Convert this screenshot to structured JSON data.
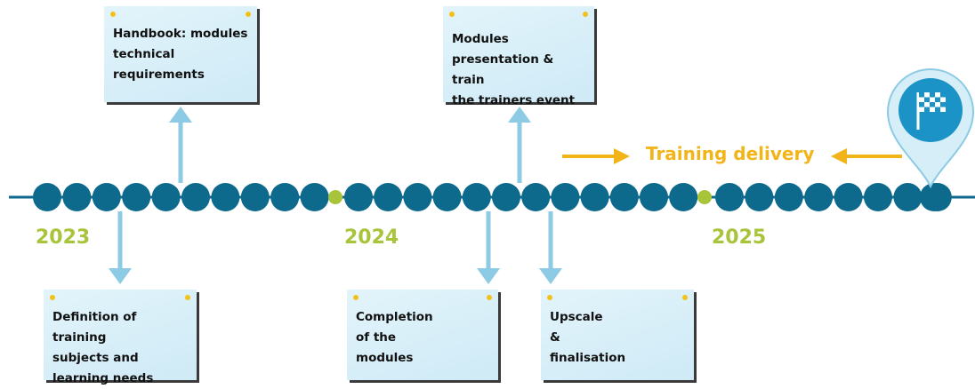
{
  "timeline": {
    "years": [
      "2023",
      "2024",
      "2025"
    ],
    "delivery_label": "Training delivery",
    "colors": {
      "node": "#0e6a8c",
      "year_marker": "#a7c43a",
      "arrow": "#8ccbe3",
      "delivery": "#f2b519",
      "line": "#0e6a8c"
    }
  },
  "milestones": {
    "handbook": "Handbook: modules\ntechnical\nrequirements",
    "presentation": "Modules\npresentation & train\nthe trainers event",
    "definition": "Definition of training\nsubjects and\nlearning needs",
    "completion": "Completion\nof the\nmodules",
    "upscale": "Upscale\n&\nfinalisation"
  },
  "end_marker": {
    "icon": "checkered-flag-icon"
  }
}
